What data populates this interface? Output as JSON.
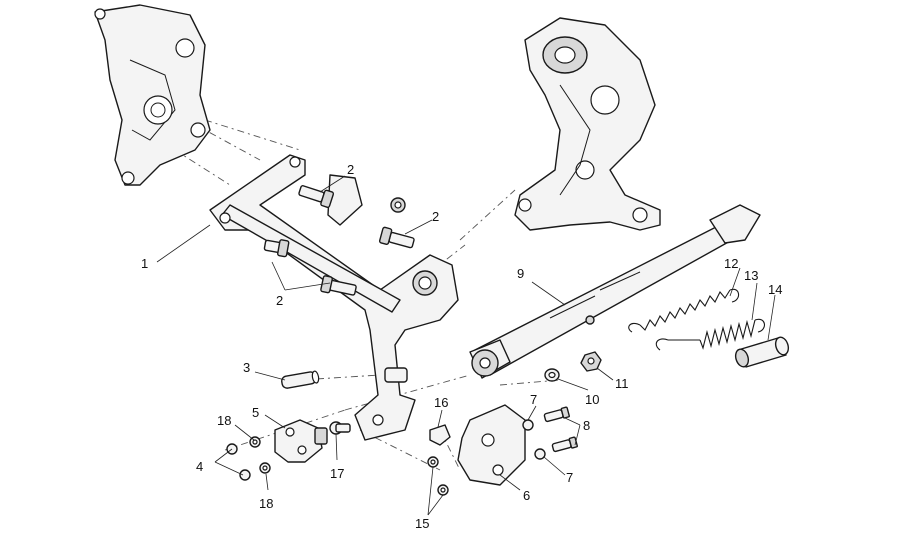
{
  "diagram": {
    "callouts": [
      {
        "id": "c1",
        "label": "1"
      },
      {
        "id": "c2a",
        "label": "2"
      },
      {
        "id": "c2b",
        "label": "2"
      },
      {
        "id": "c2c",
        "label": "2"
      },
      {
        "id": "c3",
        "label": "3"
      },
      {
        "id": "c4",
        "label": "4"
      },
      {
        "id": "c5",
        "label": "5"
      },
      {
        "id": "c6",
        "label": "6"
      },
      {
        "id": "c7a",
        "label": "7"
      },
      {
        "id": "c7b",
        "label": "7"
      },
      {
        "id": "c8",
        "label": "8"
      },
      {
        "id": "c9",
        "label": "9"
      },
      {
        "id": "c10",
        "label": "10"
      },
      {
        "id": "c11",
        "label": "11"
      },
      {
        "id": "c12",
        "label": "12"
      },
      {
        "id": "c13",
        "label": "13"
      },
      {
        "id": "c14",
        "label": "14"
      },
      {
        "id": "c15",
        "label": "15"
      },
      {
        "id": "c16",
        "label": "16"
      },
      {
        "id": "c17",
        "label": "17"
      },
      {
        "id": "c18a",
        "label": "18"
      },
      {
        "id": "c18b",
        "label": "18"
      }
    ]
  }
}
